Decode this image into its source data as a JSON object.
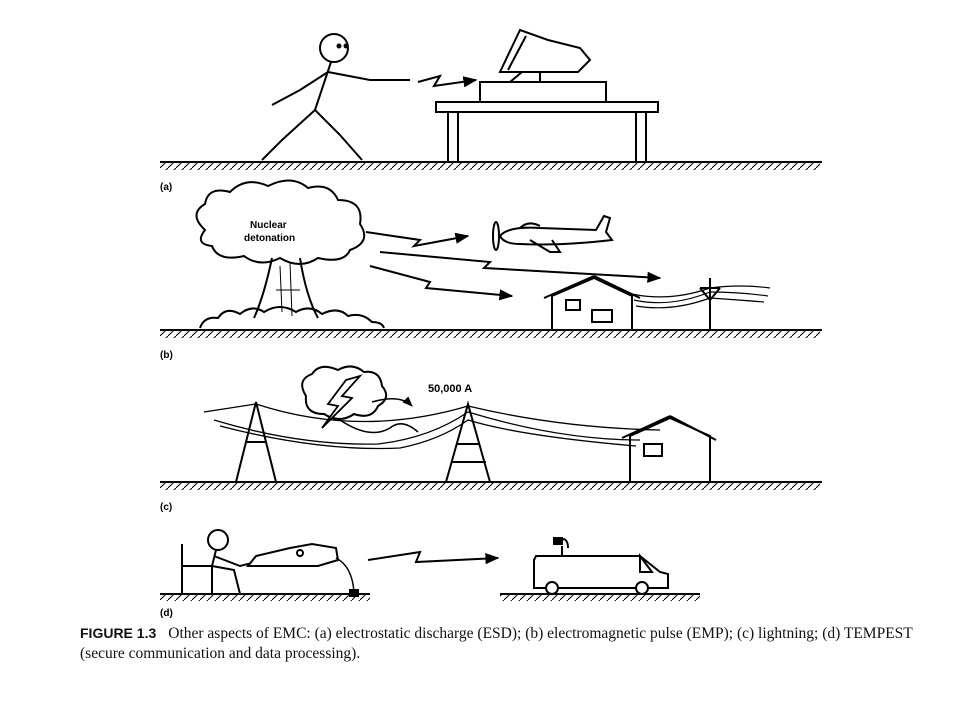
{
  "panels": {
    "a": {
      "label": "(a)"
    },
    "b": {
      "label": "(b)",
      "cloud_text_line1": "Nuclear",
      "cloud_text_line2": "detonation"
    },
    "c": {
      "label": "(c)",
      "current_label": "50,000 A"
    },
    "d": {
      "label": "(d)"
    }
  },
  "caption": {
    "figure_label": "FIGURE 1.3",
    "text": "Other aspects of EMC: (a) electrostatic discharge (ESD); (b) electromagnetic pulse (EMP); (c) lightning; (d) TEMPEST (secure communication and data processing)."
  }
}
